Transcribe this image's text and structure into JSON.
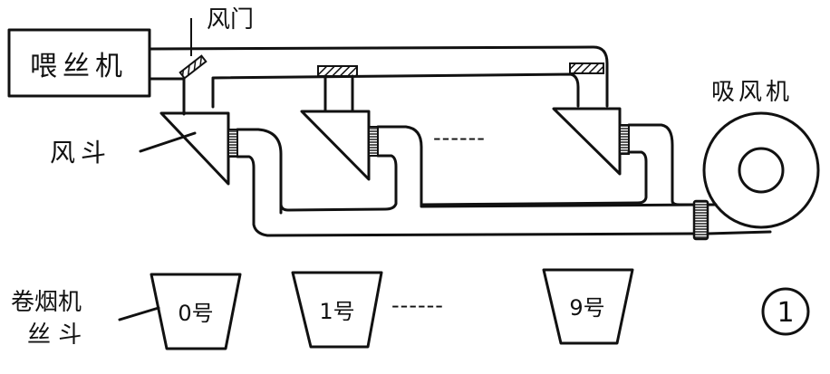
{
  "figure": {
    "number": "1",
    "colors": {
      "ink": "#111111",
      "paper": "#ffffff"
    }
  },
  "components": {
    "feeder": {
      "label": "喂丝机"
    },
    "damper": {
      "label": "风门"
    },
    "air_hopper": {
      "label": "风斗"
    },
    "suction_fan": {
      "label": "吸风机"
    },
    "maker_hopper": {
      "label_line1": "卷烟机",
      "label_line2": "丝 斗"
    }
  },
  "hoppers": [
    {
      "label": "0号"
    },
    {
      "label": "1号"
    },
    {
      "label": "9号"
    }
  ],
  "ellipsis": "------"
}
